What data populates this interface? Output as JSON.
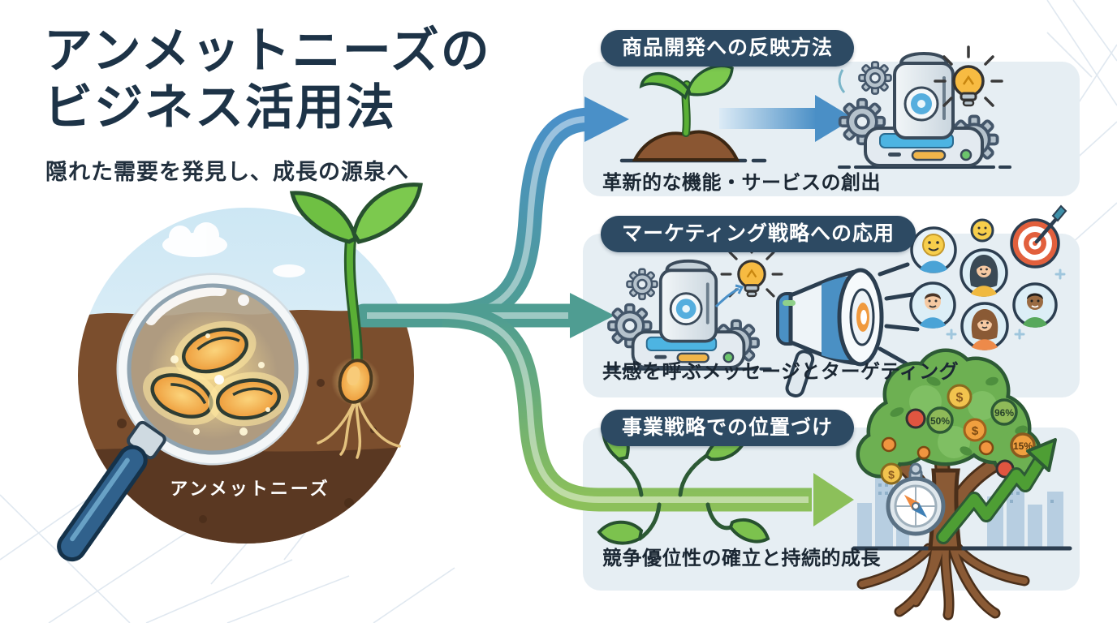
{
  "title": {
    "line1": "アンメットニーズの",
    "line2": "ビジネス活用法"
  },
  "subtitle": "隠れた需要を発見し、成長の源泉へ",
  "center_label": "アンメットニーズ",
  "panels": [
    {
      "header": "商品開発への反映方法",
      "caption": "革新的な機能・サービスの創出"
    },
    {
      "header": "マーケティング戦略への応用",
      "caption": "共感を呼ぶメッセージとターゲティング"
    },
    {
      "header": "事業戦略での位置づけ",
      "caption": "競争優位性の確立と持続的成長"
    }
  ],
  "tree": {
    "badges": [
      "50%",
      "96%",
      "15%"
    ],
    "coin_symbol": "$"
  },
  "icons": {
    "left": [
      "magnifying-glass-icon",
      "glowing-seeds-icon",
      "seedling-icon",
      "soil-icon"
    ],
    "panel1": [
      "sprout-in-soil-icon",
      "gradient-arrow-icon",
      "gears-device-icon",
      "lightbulb-icon"
    ],
    "panel2": [
      "gears-device-icon",
      "lightbulb-icon",
      "megaphone-icon",
      "audience-avatars-icon",
      "target-icon"
    ],
    "panel3": [
      "leafy-arrow-icon",
      "money-tree-icon",
      "compass-icon",
      "growth-arrow-icon",
      "city-skyline-icon"
    ]
  },
  "colors": {
    "title": "#1d3347",
    "panel_bg": "#e6eef3",
    "pill_bg": "#2d4a63",
    "pill_text": "#ffffff",
    "caption": "#1b2733",
    "arrow_blue": "#4a90c8",
    "arrow_teal": "#4f9d92",
    "arrow_green": "#8cc05a",
    "soil": "#7b4e2d",
    "seed_orange": "#f0a54a",
    "leaf_green": "#67bb3f"
  }
}
